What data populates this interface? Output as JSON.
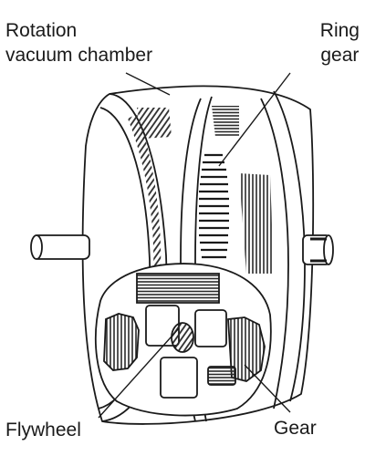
{
  "labels": {
    "rotation_vacuum_chamber": [
      "Rotation",
      "vacuum chamber"
    ],
    "ring_gear": [
      "Ring",
      "gear"
    ],
    "flywheel": "Flywheel",
    "gear": "Gear"
  },
  "colors": {
    "ink": "#1a1a1a",
    "shade": "#3a3a3a",
    "paper": "#ffffff"
  }
}
